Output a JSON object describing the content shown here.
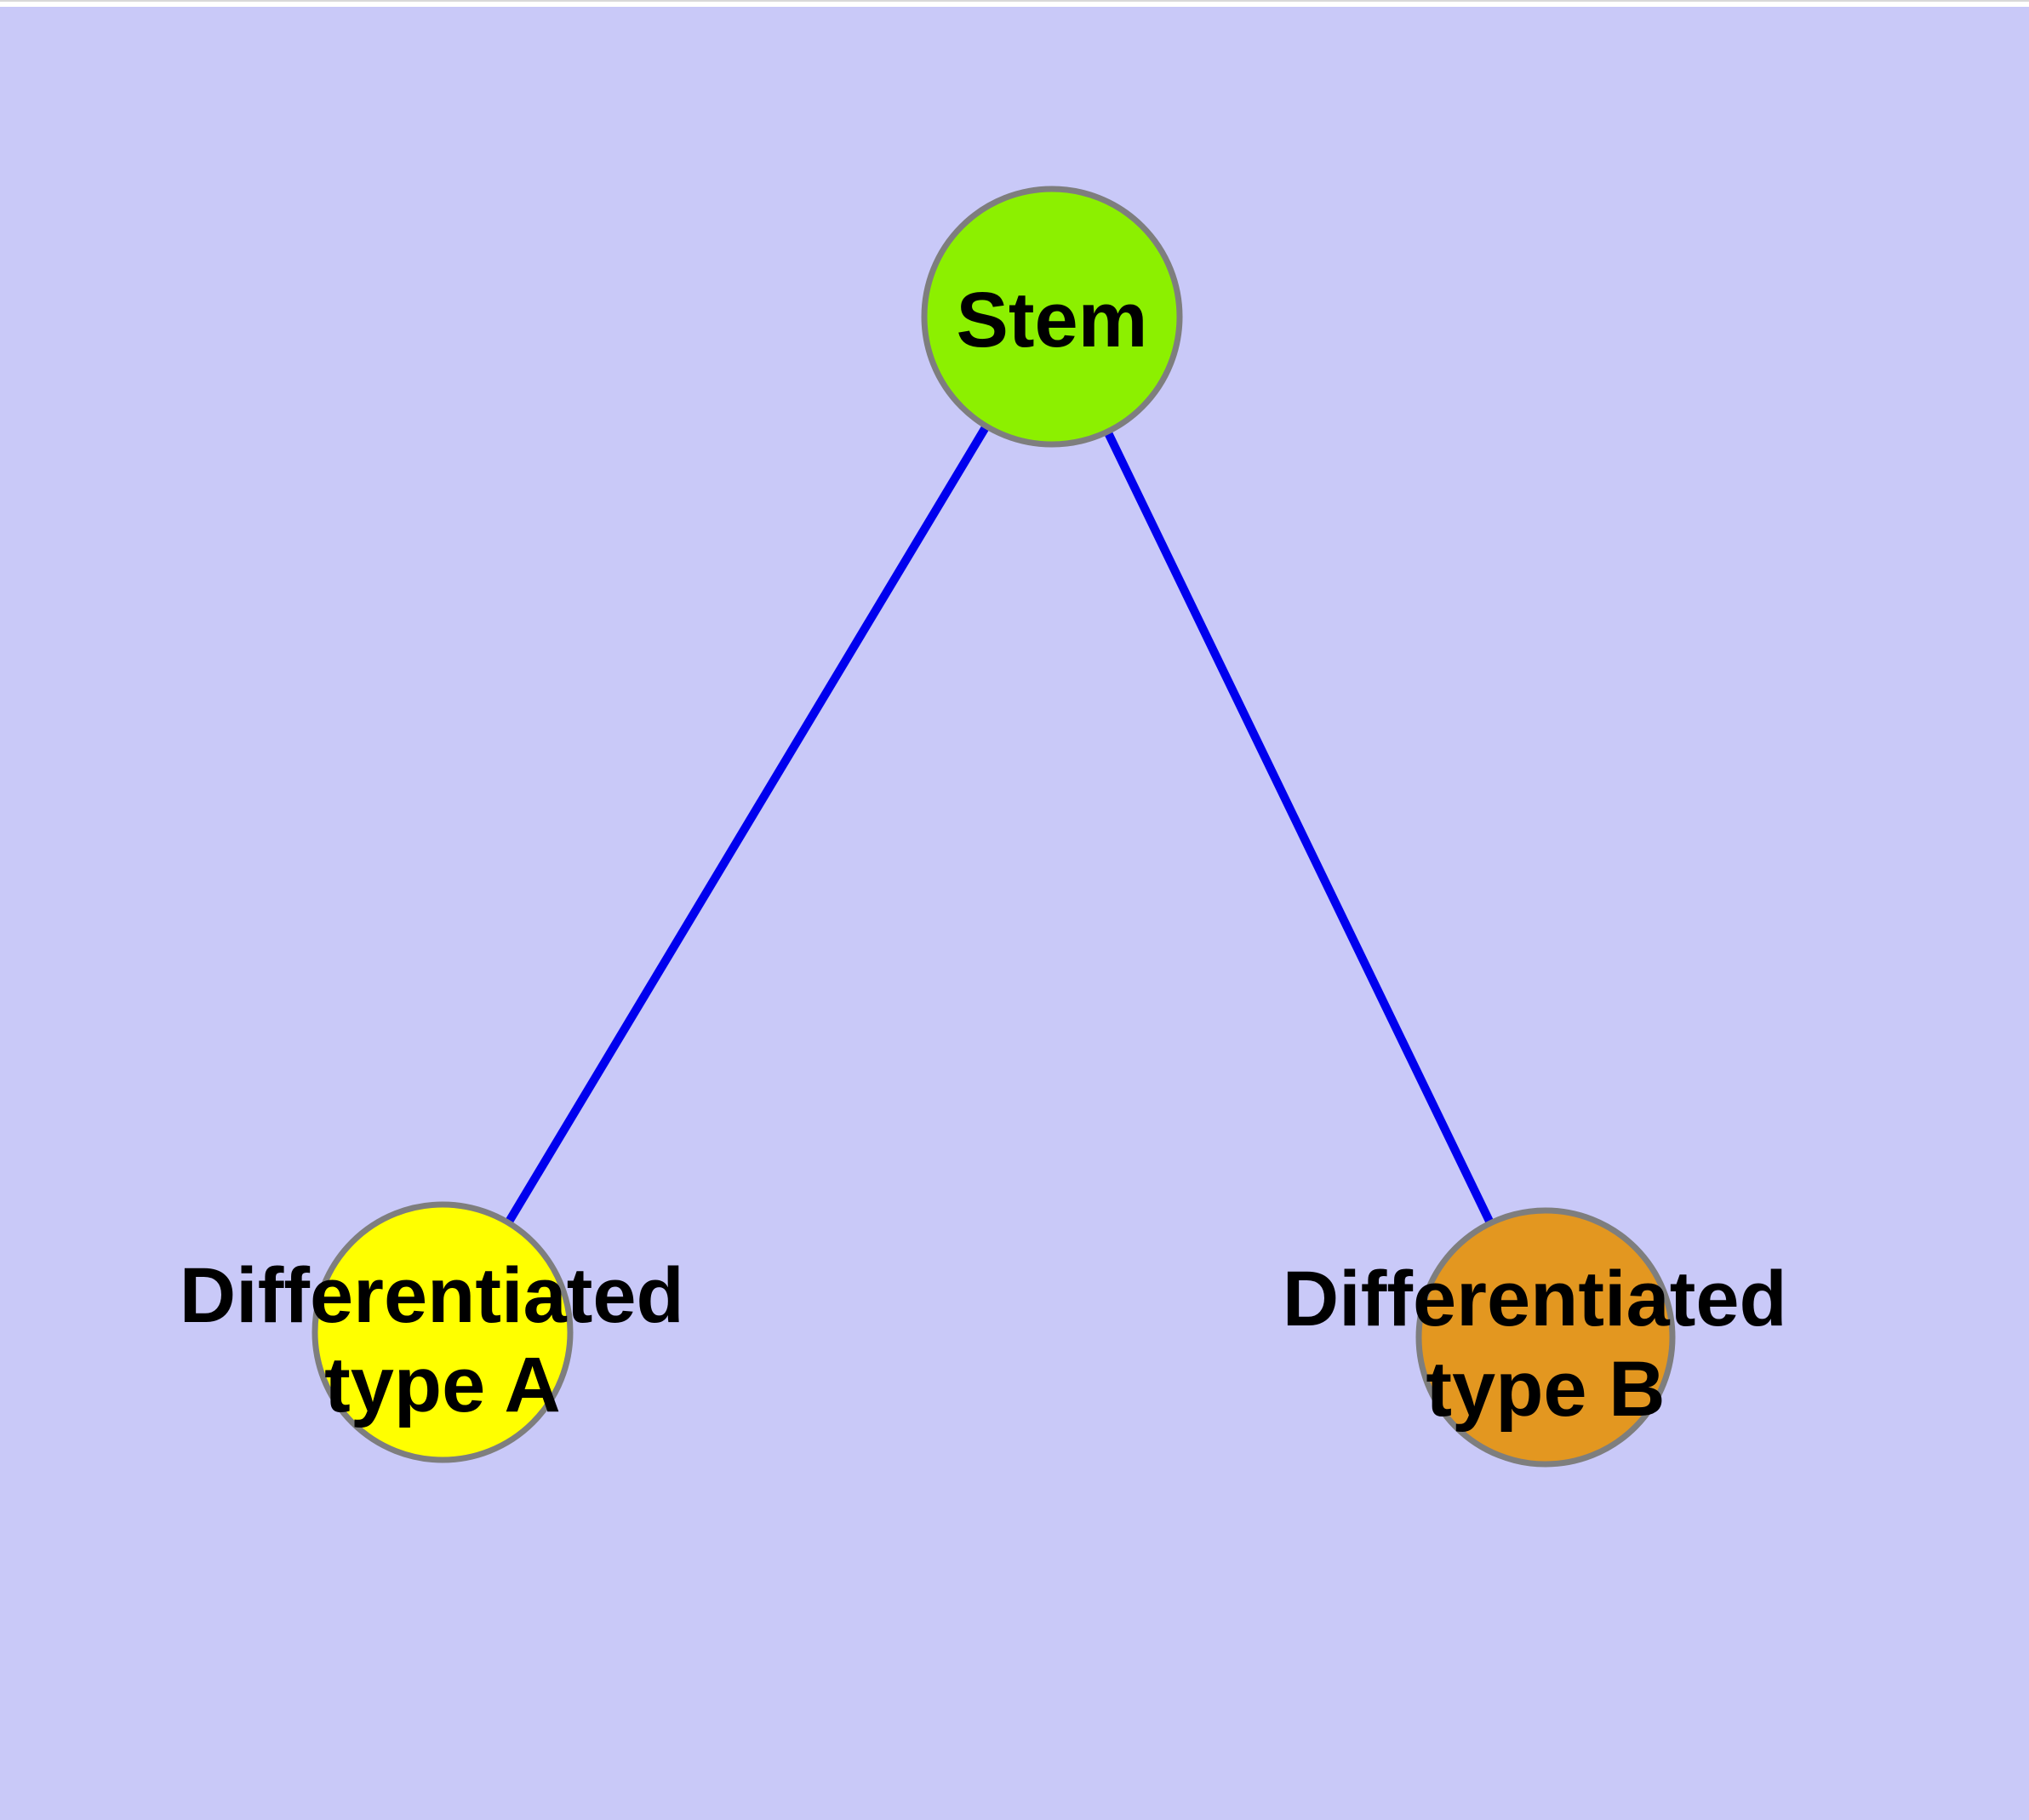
{
  "diagram": {
    "type": "node-link-graph",
    "description": "Cell differentiation graph: a stem node with edges to two differentiated cell type nodes",
    "colors": {
      "background": "#C9C9F8",
      "top_strip": "#FFFFFF",
      "top_hairline": "#D8D8D8",
      "edge": "#0000EE",
      "node_border": "#7E7E7E",
      "label_text": "#000000"
    },
    "nodes": [
      {
        "id": "stem",
        "label": "Stem",
        "lines": [
          "Stem"
        ],
        "fill": "#8CF000"
      },
      {
        "id": "diff-a",
        "label": "Differentiated type A",
        "lines": [
          "Differentiated",
          "type A"
        ],
        "fill": "#FFFF00"
      },
      {
        "id": "diff-b",
        "label": "Differentiated type B",
        "lines": [
          "Differentiated",
          "type B"
        ],
        "fill": "#E39720"
      }
    ],
    "edges": [
      {
        "from": "stem",
        "to": "diff-a"
      },
      {
        "from": "stem",
        "to": "diff-b"
      }
    ]
  }
}
